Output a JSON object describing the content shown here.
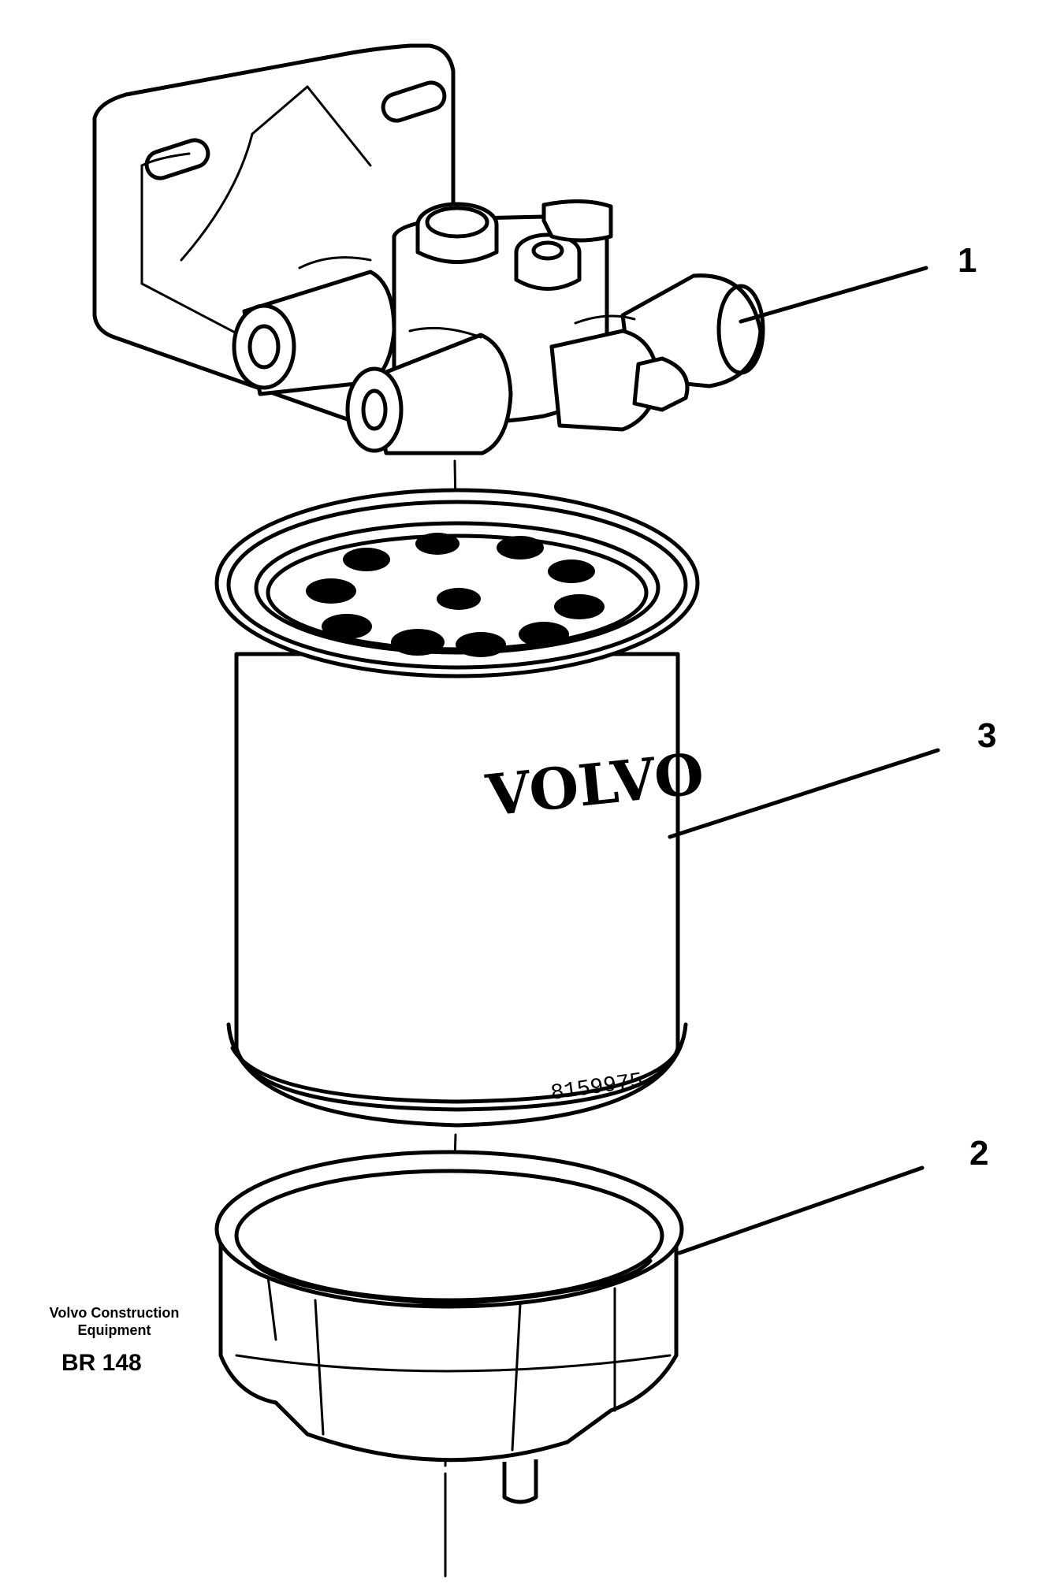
{
  "callouts": [
    {
      "label": "1",
      "part": "filter-head"
    },
    {
      "label": "3",
      "part": "filter-cartridge"
    },
    {
      "label": "2",
      "part": "water-separator-bowl"
    }
  ],
  "cartridge": {
    "brand": "VOLVO",
    "part_number": "8159975"
  },
  "footer": {
    "company_line1": "Volvo Construction",
    "company_line2": "Equipment",
    "reference": "BR 148"
  }
}
